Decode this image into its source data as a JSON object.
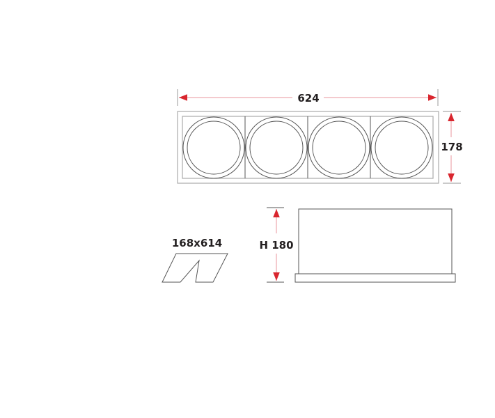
{
  "top_view": {
    "width_label": "624",
    "height_label": "178",
    "modules": 4
  },
  "cutout": {
    "label": "168x614"
  },
  "side_view": {
    "height_label": "H 180"
  },
  "colors": {
    "dimension": "#d9262e",
    "outline": "#555555"
  }
}
